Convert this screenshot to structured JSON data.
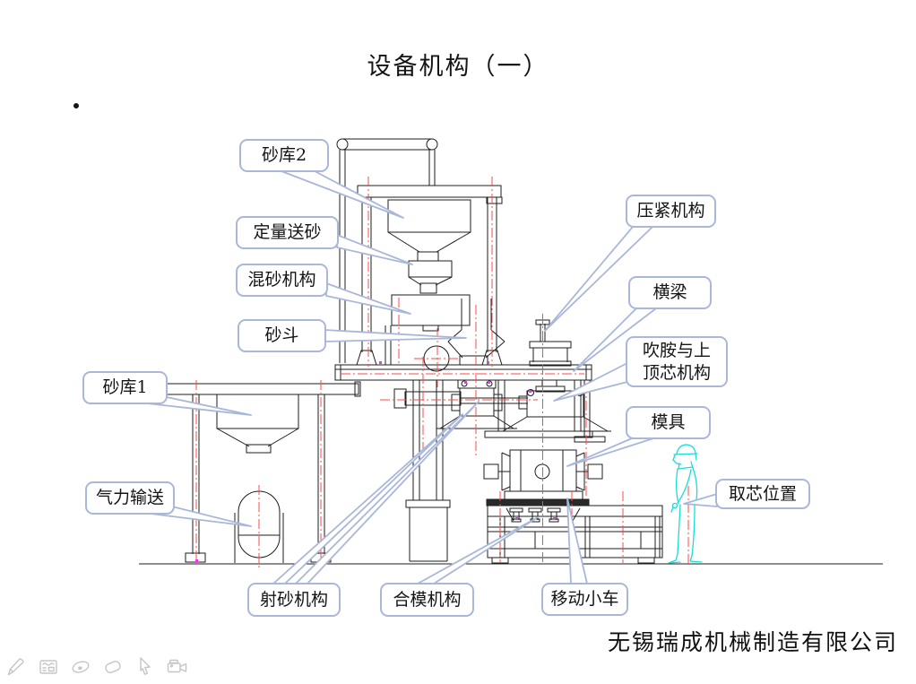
{
  "slide": {
    "title": "设备机构（一）",
    "company": "无锡瑞成机械制造有限公司",
    "callouts": [
      {
        "id": "sand-bin-2",
        "label": "砂库2"
      },
      {
        "id": "dosing-feeder",
        "label": "定量送砂"
      },
      {
        "id": "sand-mixer",
        "label": "混砂机构"
      },
      {
        "id": "sand-hopper",
        "label": "砂斗"
      },
      {
        "id": "sand-bin-1",
        "label": "砂库1"
      },
      {
        "id": "pneumatic-conveyor",
        "label": "气力输送"
      },
      {
        "id": "press-mechanism",
        "label": "压紧机构"
      },
      {
        "id": "crossbeam",
        "label": "横梁"
      },
      {
        "id": "amine-blow-top-core",
        "label": "吹胺与上顶芯机构"
      },
      {
        "id": "mold",
        "label": "模具"
      },
      {
        "id": "core-pick-position",
        "label": "取芯位置"
      },
      {
        "id": "sand-shooter",
        "label": "射砂机构"
      },
      {
        "id": "mold-clamp",
        "label": "合模机构"
      },
      {
        "id": "moving-cart",
        "label": "移动小车"
      }
    ]
  },
  "toolbar": {
    "items": [
      "pen-icon",
      "annotation-panel-icon",
      "laser-pointer-icon",
      "eraser-icon",
      "cursor-icon",
      "camera-icon"
    ]
  },
  "colors": {
    "callout_border": "#a9b7d8",
    "centerline_red": "#ff4747",
    "worker_cyan": "#17dcdc",
    "drawing_black": "#1d1d1d",
    "dark_red_pipe": "#b03030",
    "magenta_mark": "#e838e8",
    "toolbar_gray": "#c5c5c5"
  }
}
